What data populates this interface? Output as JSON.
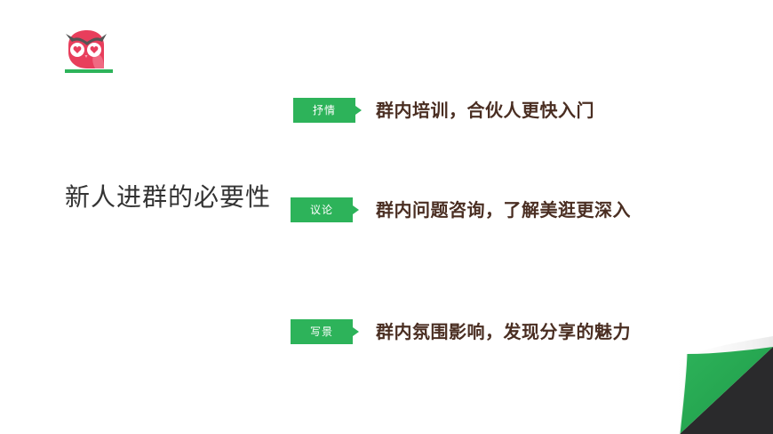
{
  "slide": {
    "title": "新人进群的必要性",
    "logo": {
      "icon": "owl-logo-icon",
      "body_color": "#e83e5c",
      "bar_color": "#2db35a"
    },
    "accent_color": "#2db35a",
    "text_color": "#4a2e22",
    "points": [
      {
        "tag": "抒情",
        "text": "群内培训，合伙人更快入门"
      },
      {
        "tag": "议论",
        "text": "群内问题咨询，了解美逛更深入"
      },
      {
        "tag": "写景",
        "text": "群内氛围影响，发现分享的魅力"
      }
    ],
    "decoration": {
      "icon": "page-curl-icon",
      "flap_color": "#2db35a",
      "back_color": "#2a2a2c"
    }
  }
}
